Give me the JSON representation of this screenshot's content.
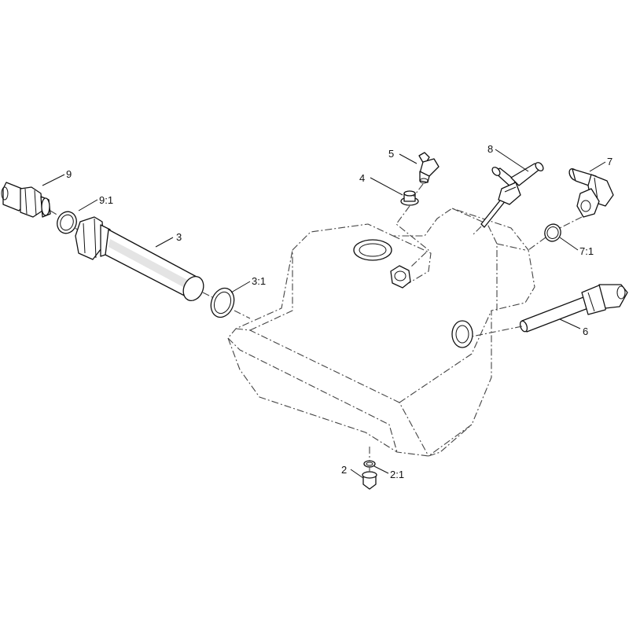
{
  "callouts": {
    "c2": "2",
    "c2_1": "2:1",
    "c3": "3",
    "c3_1": "3:1",
    "c4": "4",
    "c5": "5",
    "c6": "6",
    "c7": "7",
    "c7_1": "7:1",
    "c8": "8",
    "c9": "9",
    "c9_1": "9:1"
  }
}
